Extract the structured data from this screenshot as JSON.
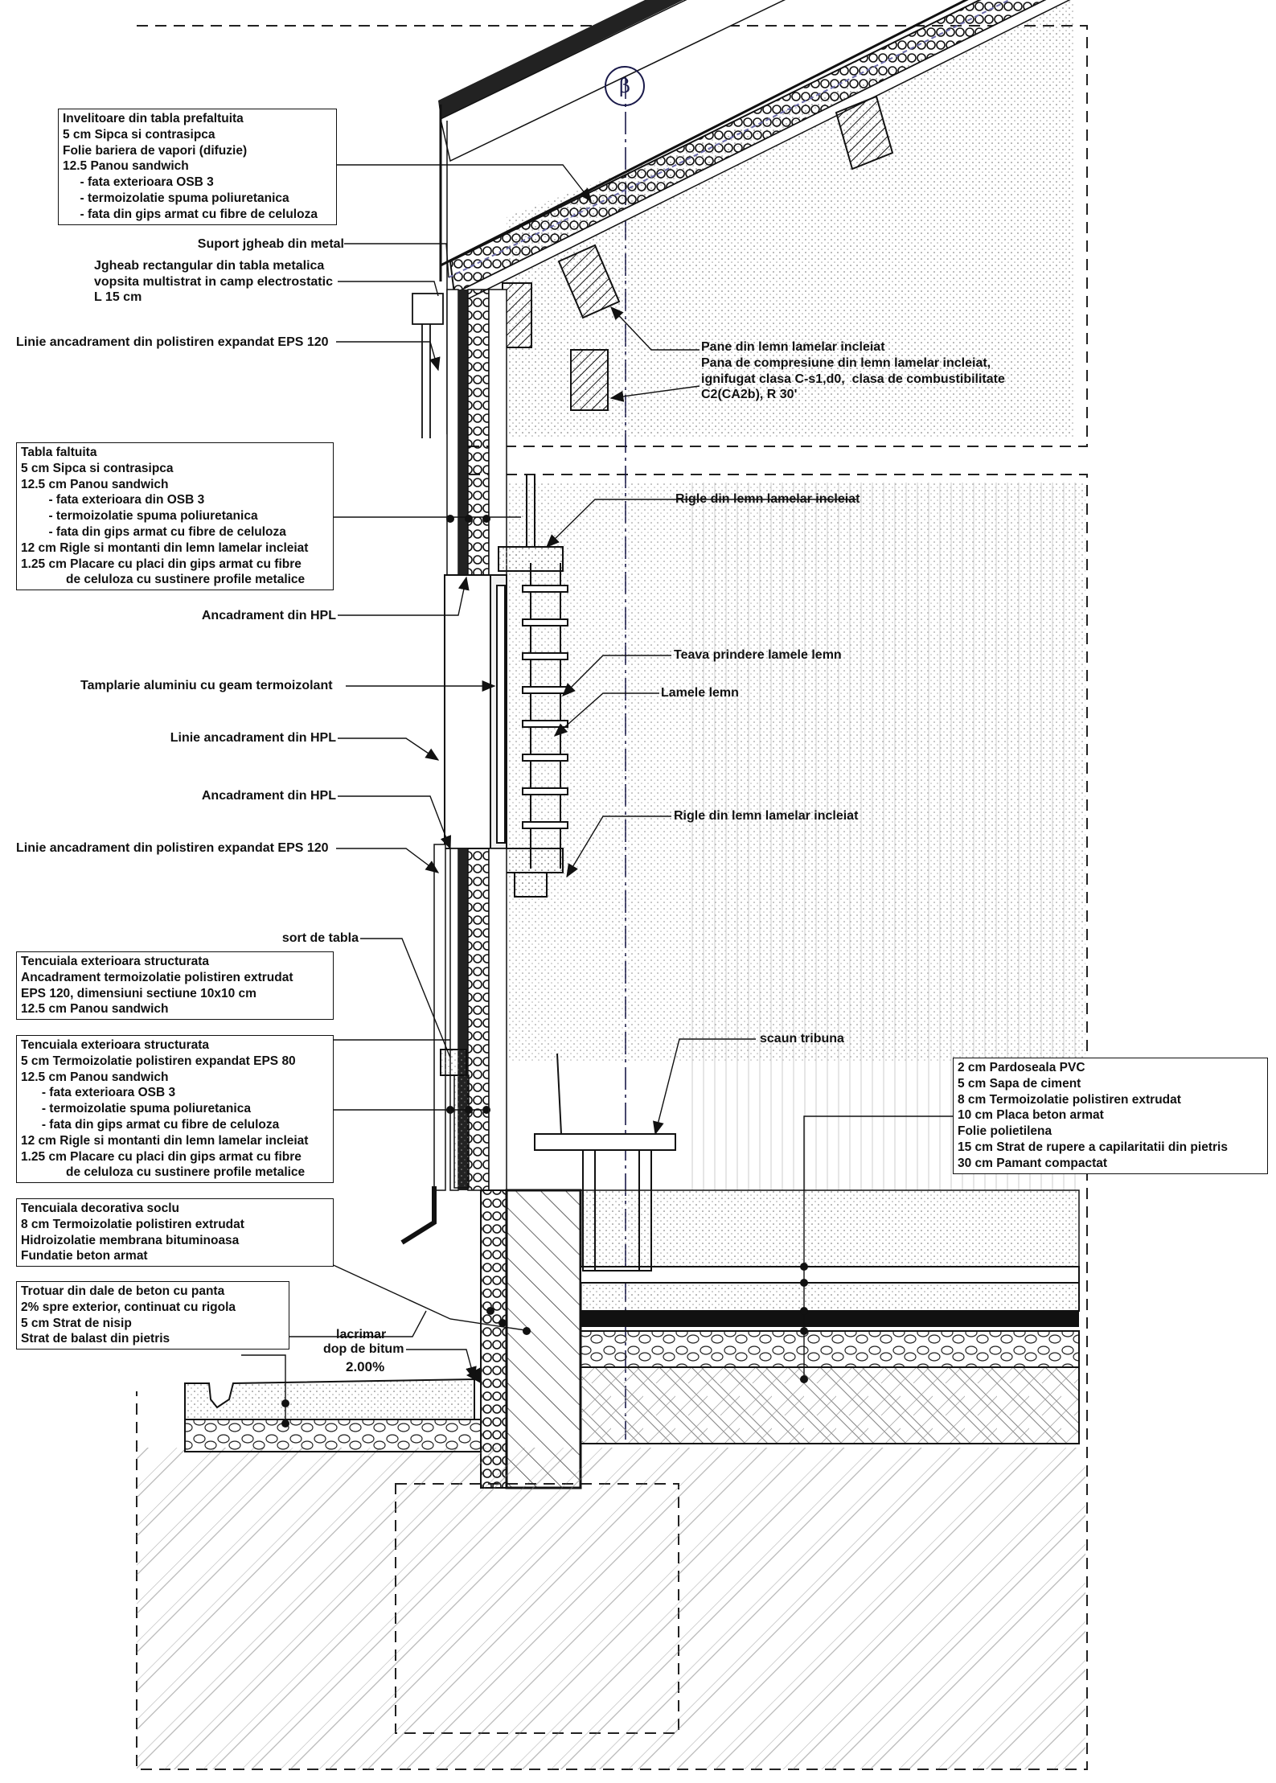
{
  "axis": {
    "mark": "β"
  },
  "boxes": {
    "roof": [
      "Invelitoare din tabla prefaltuita",
      "5 cm Sipca si contrasipca",
      "Folie bariera de vapori (difuzie)",
      "12.5 Panou sandwich",
      "     - fata exterioara OSB 3",
      "     - termoizolatie spuma poliuretanica",
      "     - fata din gips armat cu fibre de celuloza"
    ],
    "wall_upper": [
      "Tabla faltuita",
      "5 cm Sipca si contrasipca",
      "12.5 cm Panou sandwich",
      "        - fata exterioara din OSB 3",
      "        - termoizolatie spuma poliuretanica",
      "        - fata din gips armat cu fibre de celuloza",
      "12 cm Rigle si montanti din lemn lamelar incleiat",
      "1.25 cm Placare cu placi din gips armat cu fibre",
      "             de celuloza cu sustinere profile metalice"
    ],
    "plinth_frame": [
      "Tencuiala exterioara structurata",
      "Ancadrament termoizolatie polistiren extrudat",
      "EPS 120, dimensiuni sectiune 10x10 cm",
      "12.5 cm Panou sandwich"
    ],
    "wall_lower": [
      "Tencuiala exterioara structurata",
      "5 cm Termoizolatie polistiren expandat EPS 80",
      "12.5 cm Panou sandwich",
      "      - fata exterioara OSB 3",
      "      - termoizolatie spuma poliuretanica",
      "      - fata din gips armat cu fibre de celuloza",
      "12 cm Rigle si montanti din lemn lamelar incleiat",
      "1.25 cm Placare cu placi din gips armat cu fibre",
      "             de celuloza cu sustinere profile metalice"
    ],
    "socle": [
      "Tencuiala decorativa soclu",
      "8 cm Termoizolatie polistiren extrudat",
      "Hidroizolatie membrana bituminoasa",
      "Fundatie beton armat"
    ],
    "pavement": [
      "Trotuar din dale de beton cu panta",
      "2% spre exterior, continuat cu rigola",
      "5 cm Strat de nisip",
      "Strat de balast din pietris"
    ],
    "floor": [
      "2 cm Pardoseala PVC",
      "5 cm Sapa de ciment",
      "8 cm Termoizolatie polistiren extrudat",
      "10 cm Placa beton armat",
      "Folie polietilena",
      "15 cm Strat de rupere a capilaritatii din pietris",
      "30 cm Pamant compactat"
    ]
  },
  "labels": {
    "gutter_support": "Suport jgheab din metal",
    "gutter": "Jgheab rectangular din tabla metalica\nvopsita multistrat in camp electrostatic\nL 15 cm",
    "eps_line_top": "Linie ancadrament din polistiren expandat EPS 120",
    "purlins": "Pane din lemn lamelar incleiat",
    "compression_purlin": "Pana de compresiune din lemn lamelar incleiat,\nignifugat clasa C-s1,d0,  clasa de combustibilitate\nC2(CA2b), R 30'",
    "rigle_top": "Rigle din lemn lamelar incleiat",
    "hpl_frame_top": "Ancadrament din HPL",
    "window": "Tamplarie aluminiu cu geam termoizolant",
    "slat_pipe": "Teava prindere lamele lemn",
    "slats": "Lamele lemn",
    "hpl_line": "Linie ancadrament din HPL",
    "hpl_frame_bottom": "Ancadrament din HPL",
    "rigle_bottom": "Rigle din lemn lamelar incleiat",
    "eps_line_bottom": "Linie ancadrament din polistiren expandat EPS 120",
    "flashing": "sort de tabla",
    "stand_seat": "scaun tribuna",
    "drip": "lacrimar",
    "bitumen_plug": "dop de bitum",
    "slope": "2.00%"
  }
}
